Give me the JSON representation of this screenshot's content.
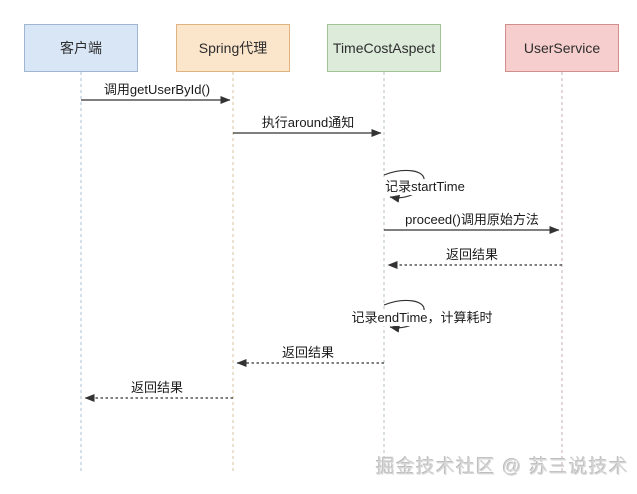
{
  "diagram": {
    "type": "sequence-diagram",
    "actors": [
      {
        "label": "客户端",
        "fill": "#D9E6F5",
        "stroke": "#9FB6D0",
        "lifeline_color": "#A9C0DA"
      },
      {
        "label": "Spring代理",
        "fill": "#FBE5CB",
        "stroke": "#E2B37E",
        "lifeline_color": "#D6C49C"
      },
      {
        "label": "TimeCostAspect",
        "fill": "#DCEBDA",
        "stroke": "#9FC297",
        "lifeline_color": "#B2C5B2"
      },
      {
        "label": "UserService",
        "fill": "#F6CECD",
        "stroke": "#CF8F8D",
        "lifeline_color": "#C9AFAF"
      }
    ],
    "messages": [
      {
        "label": "调用getUserById()",
        "type": "solid",
        "from": "客户端",
        "to": "Spring代理"
      },
      {
        "label": "执行around通知",
        "type": "solid",
        "from": "Spring代理",
        "to": "TimeCostAspect"
      },
      {
        "label": "记录startTime",
        "type": "self",
        "from": "TimeCostAspect",
        "to": "TimeCostAspect"
      },
      {
        "label": "proceed()调用原始方法",
        "type": "solid",
        "from": "TimeCostAspect",
        "to": "UserService"
      },
      {
        "label": "返回结果",
        "type": "dashed",
        "from": "UserService",
        "to": "TimeCostAspect"
      },
      {
        "label": "记录endTime，计算耗时",
        "type": "self",
        "from": "TimeCostAspect",
        "to": "TimeCostAspect"
      },
      {
        "label": "返回结果",
        "type": "dashed",
        "from": "TimeCostAspect",
        "to": "Spring代理"
      },
      {
        "label": "返回结果",
        "type": "dashed",
        "from": "Spring代理",
        "to": "客户端"
      }
    ],
    "arrow_color": "#333333",
    "watermark": "掘金技术社区 @ 苏三说技术"
  }
}
